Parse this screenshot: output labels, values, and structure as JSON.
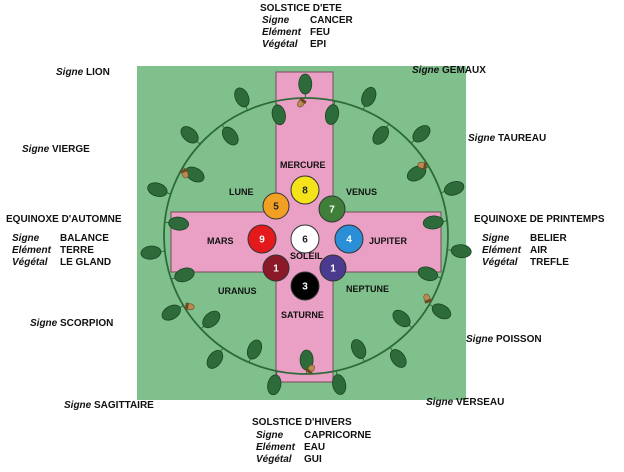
{
  "colors": {
    "background": "#7fc08c",
    "cross": "#eaa0c5",
    "leaf": "#2e6b3a",
    "vine": "#2e6b3a"
  },
  "solstice_ete": {
    "title": "SOLSTICE D'ETE",
    "signe_label": "Signe",
    "signe": "CANCER",
    "element_label": "Elément",
    "element": "FEU",
    "vegetal_label": "Végétal",
    "vegetal": "EPI"
  },
  "solstice_hivers": {
    "title": "SOLSTICE D'HIVERS",
    "signe_label": "Signe",
    "signe": "CAPRICORNE",
    "element_label": "Elément",
    "element": "EAU",
    "vegetal_label": "Végétal",
    "vegetal": "GUI"
  },
  "equinoxe_automne": {
    "title": "EQUINOXE D'AUTOMNE",
    "signe_label": "Signe",
    "signe": "BALANCE",
    "element_label": "Elément",
    "element": "TERRE",
    "vegetal_label": "Végétal",
    "vegetal": "LE GLAND"
  },
  "equinoxe_printemps": {
    "title": "EQUINOXE DE PRINTEMPS",
    "signe_label": "Signe",
    "signe": "BELIER",
    "element_label": "Elément",
    "element": "AIR",
    "vegetal_label": "Végétal",
    "vegetal": "TREFLE"
  },
  "signs": {
    "lion": {
      "label": "Signe",
      "name": "LION"
    },
    "gemaux": {
      "label": "Signe",
      "name": "GEMAUX"
    },
    "vierge": {
      "label": "Signe",
      "name": "VIERGE"
    },
    "taureau": {
      "label": "Signe",
      "name": "TAUREAU"
    },
    "scorpion": {
      "label": "Signe",
      "name": "SCORPION"
    },
    "poisson": {
      "label": "Signe",
      "name": "POISSON"
    },
    "sagittaire": {
      "label": "Signe",
      "name": "SAGITTAIRE"
    },
    "verseau": {
      "label": "Signe",
      "name": "VERSEAU"
    }
  },
  "planets": {
    "mercure": "MERCURE",
    "venus": "VENUS",
    "lune": "LUNE",
    "mars": "MARS",
    "jupiter": "JUPITER",
    "soleil": "SOLEIL",
    "uranus": "URANUS",
    "neptune": "NEPTUNE",
    "saturne": "SATURNE"
  },
  "circles": [
    {
      "id": "mercure",
      "number": "8",
      "color": "#f4e21a"
    },
    {
      "id": "lune",
      "number": "5",
      "color": "#f2a024"
    },
    {
      "id": "venus",
      "number": "7",
      "color": "#3f7f3a"
    },
    {
      "id": "mars",
      "number": "9",
      "color": "#e3191b"
    },
    {
      "id": "soleil",
      "number": "6",
      "color": "#ffffff"
    },
    {
      "id": "jupiter",
      "number": "4",
      "color": "#2a8fd6"
    },
    {
      "id": "uranus",
      "number": "1",
      "color": "#8a1a2a"
    },
    {
      "id": "neptune",
      "number": "1",
      "color": "#4a3b8e"
    },
    {
      "id": "saturne",
      "number": "3",
      "color": "#000000"
    }
  ]
}
